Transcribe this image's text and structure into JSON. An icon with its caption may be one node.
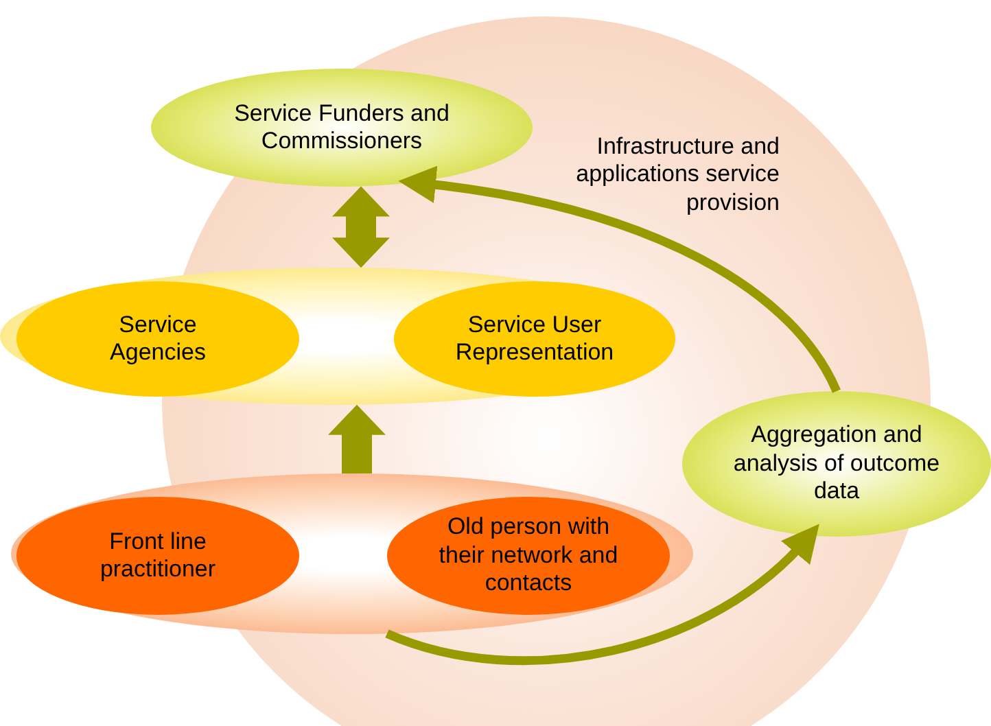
{
  "diagram": {
    "nodes": [
      {
        "text": [
          "Service Funders and Commissioners"
        ]
      },
      {
        "text": [],
        "shape": "ellipse"
      },
      {
        "text": [
          "Service Agencies"
        ],
        "in": 1
      },
      {
        "text": [
          "Service User Representation"
        ],
        "in": 1
      },
      {
        "text": [],
        "shape": "ellipse"
      },
      {
        "text": [
          "Front line practitioner"
        ],
        "in": 4
      },
      {
        "text": [
          "Old person with their network and contacts"
        ],
        "in": 4
      },
      {
        "text": [
          "Aggregation and analysis of outcome data"
        ]
      }
    ],
    "edges": [
      {
        "from": 1,
        "to": 0,
        "arrow": "both"
      },
      {
        "from": 4,
        "to": 1,
        "arrow": "to"
      },
      {
        "from": 7,
        "to": 0,
        "arrow": "to",
        "label": "Infrastructure and applications service provision"
      },
      {
        "from": 4,
        "to": 7,
        "arrow": "to"
      }
    ]
  }
}
